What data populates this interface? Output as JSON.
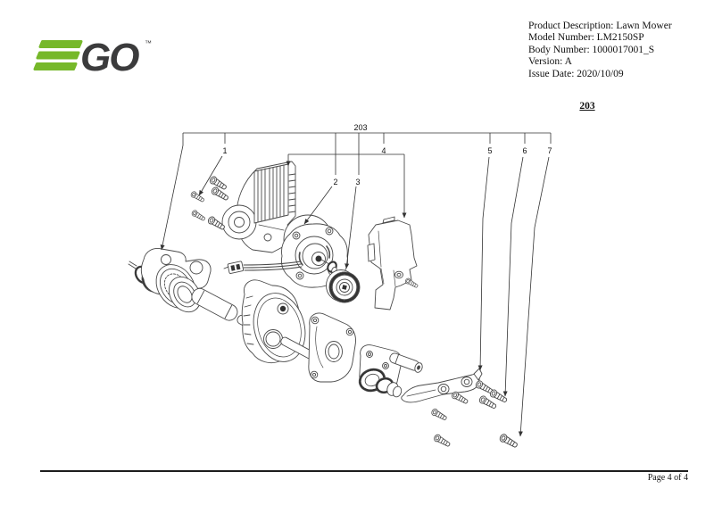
{
  "colors": {
    "brand_green": "#76B82A",
    "brand_dark": "#3B3B3C",
    "line": "#4a4a4a",
    "callout_line": "#333333"
  },
  "logo": {
    "brand": "GO",
    "trademark": "™"
  },
  "header": {
    "lines": [
      "Product Description: Lawn Mower",
      "Model Number: LM2150SP",
      "Body Number: 1000017001_S",
      "Version: A",
      "Issue Date: 2020/10/09"
    ]
  },
  "section_label": "203",
  "diagram": {
    "group_label": "203",
    "callouts": [
      "1",
      "2",
      "3",
      "4",
      "5",
      "6",
      "7"
    ]
  },
  "footer": {
    "page_label": "Page 4 of 4"
  }
}
